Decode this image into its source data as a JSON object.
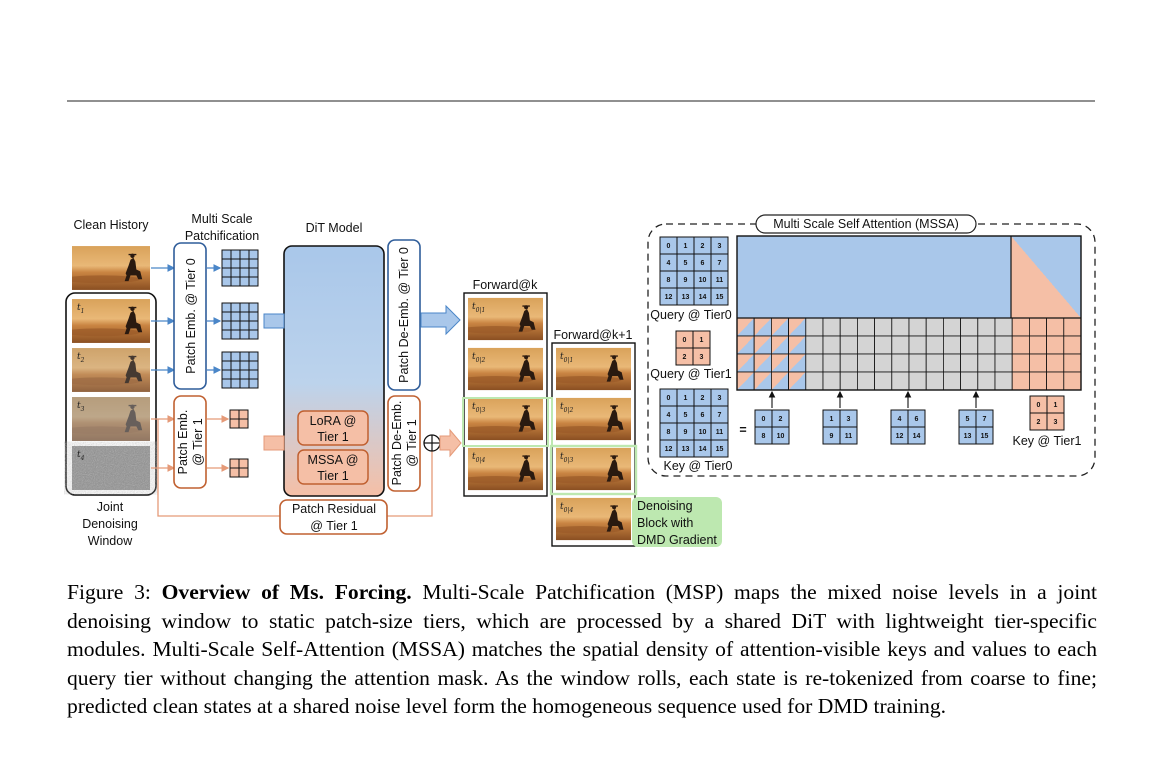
{
  "labels": {
    "clean_history": "Clean History",
    "msp_line1": "Multi Scale",
    "msp_line2": "Patchification",
    "dit_model": "DiT Model",
    "patch_emb_t0": "Patch Emb. @ Tier 0",
    "patch_emb_t1_line1": "Patch Emb.",
    "patch_emb_t1_line2": "@ Tier 1",
    "patch_deemb_t0": "Patch De-Emb. @ Tier 0",
    "patch_deemb_t1_line1": "Patch De-Emb.",
    "patch_deemb_t1_line2": "@ Tier 1",
    "lora_line1": "LoRA @",
    "lora_line2": "Tier 1",
    "mssa_line1": "MSSA @",
    "mssa_line2": "Tier 1",
    "residual_line1": "Patch Residual",
    "residual_line2": "@ Tier 1",
    "jdw_line1": "Joint",
    "jdw_line2": "Denoising",
    "jdw_line3": "Window",
    "forward_k": "Forward@k",
    "forward_k1": "Forward@k+1",
    "denoise_line1": "Denoising",
    "denoise_line2": "Block with",
    "denoise_line3": "DMD Gradient",
    "mssa_title": "Multi Scale Self Attention (MSSA)",
    "query_t0": "Query @ Tier0",
    "query_t1": "Query @ Tier1",
    "key_t0": "Key @ Tier0",
    "key_t1": "Key @ Tier1",
    "equals": "=",
    "plus": "⊕"
  },
  "window_frames": [
    {
      "sub": "1"
    },
    {
      "sub": "2"
    },
    {
      "sub": "3"
    },
    {
      "sub": "4"
    }
  ],
  "forward_k_frames": [
    "0|1",
    "0|2",
    "0|3",
    "0|4"
  ],
  "forward_k1_frames": [
    "0|1",
    "0|2",
    "0|3",
    "0|4"
  ],
  "grid4": [
    "0",
    "1",
    "2",
    "3",
    "4",
    "5",
    "6",
    "7",
    "8",
    "9",
    "10",
    "11",
    "12",
    "13",
    "14",
    "15"
  ],
  "grid2": [
    "0",
    "1",
    "2",
    "3"
  ],
  "key_groups": [
    [
      "0",
      "2",
      "8",
      "10"
    ],
    [
      "1",
      "3",
      "9",
      "11"
    ],
    [
      "4",
      "6",
      "12",
      "14"
    ],
    [
      "5",
      "7",
      "13",
      "15"
    ]
  ],
  "colors": {
    "blue": "#a9c7ea",
    "orange": "#f5bfa6",
    "gray": "#d4d4d4",
    "navy": "#2f5d9a",
    "rust": "#c06030",
    "green": "#bde8b0"
  },
  "caption": {
    "prefix": "Figure 3: ",
    "bold": "Overview of Ms. Forcing.",
    "body": " Multi-Scale Patchification (MSP) maps the mixed noise levels in a joint denoising window to static patch-size tiers, which are processed by a shared DiT with lightweight tier-specific modules. Multi-Scale Self-Attention (MSSA) matches the spatial density of attention-visible keys and values to each query tier without changing the attention mask. As the window rolls, each state is re-tokenized from coarse to fine; predicted clean states at a shared noise level form the homogeneous sequence used for DMD training."
  }
}
